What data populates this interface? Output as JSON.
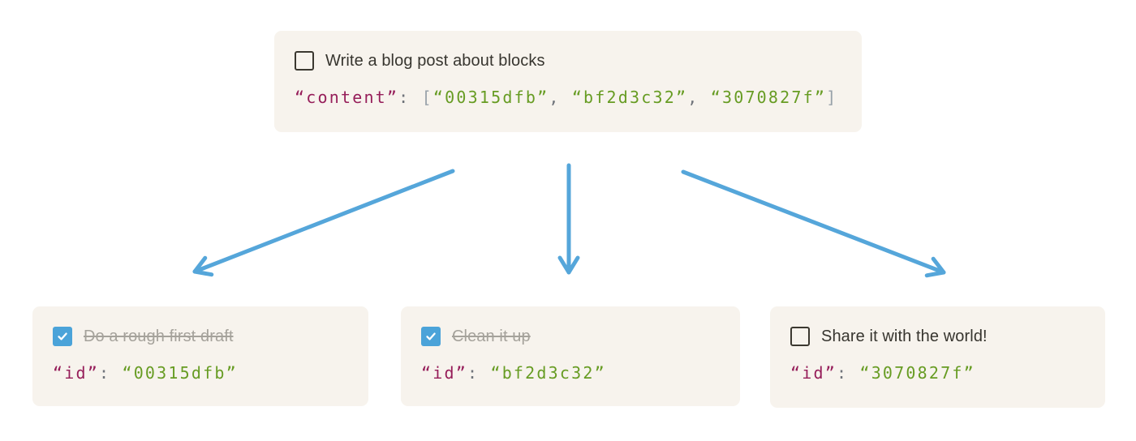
{
  "colors": {
    "card_bg": "#f7f3ed",
    "text": "#37352f",
    "done_text": "#a5a29b",
    "checkbox_border": "#3b3830",
    "checkbox_checked_bg": "#4ba3d9",
    "checkmark": "#ffffff",
    "arrow": "#55a6da",
    "code_key": "#961e5a",
    "code_value": "#679c23",
    "code_punct": "#6f737a",
    "code_bracket": "#99a2aa"
  },
  "parent_block": {
    "todo_label": "Write a blog post about blocks",
    "checked": false,
    "code": {
      "key": "“content”",
      "colon": ": ",
      "bracket_open": "[",
      "bracket_close": "]",
      "comma": ", ",
      "ids": [
        "“00315dfb”",
        "“bf2d3c32”",
        "“3070827f”"
      ]
    }
  },
  "children": [
    {
      "todo_label": "Do a rough first draft",
      "checked": true,
      "code": {
        "key": "“id”",
        "colon": ": ",
        "value": "“00315dfb”"
      }
    },
    {
      "todo_label": "Clean it up",
      "checked": true,
      "code": {
        "key": "“id”",
        "colon": ": ",
        "value": "“bf2d3c32”"
      }
    },
    {
      "todo_label": "Share it with the world!",
      "checked": false,
      "code": {
        "key": "“id”",
        "colon": ": ",
        "value": "“3070827f”"
      }
    }
  ]
}
